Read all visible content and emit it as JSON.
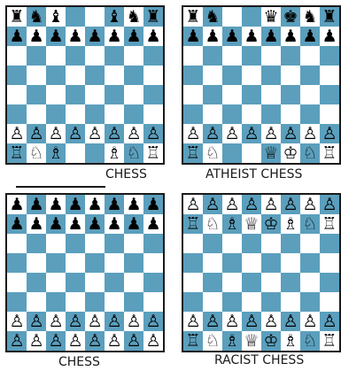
{
  "colors": {
    "light_square": "#ffffff",
    "dark_square": "#5b9fbd",
    "border": "#1a1a1a"
  },
  "panels": [
    {
      "caption": "CHESS",
      "has_blank": true,
      "board": [
        "♜♞♝  ♝♞♜",
        "♟♟♟♟♟♟♟♟",
        "        ",
        "        ",
        "        ",
        "        ",
        "♙♙♙♙♙♙♙♙",
        "♖♘♗  ♗♘♖"
      ]
    },
    {
      "caption": "ATHEIST CHESS",
      "has_blank": false,
      "board": [
        "♜♞  ♛♚♞♜",
        "♟♟♟♟♟♟♟♟",
        "        ",
        "        ",
        "        ",
        "        ",
        "♙♙♙♙♙♙♙♙",
        "♖♘  ♕♔♘♖"
      ]
    },
    {
      "caption": "CHESS",
      "has_blank": false,
      "board": [
        "♟♟♟♟♟♟♟♟",
        "♟♟♟♟♟♟♟♟",
        "        ",
        "        ",
        "        ",
        "        ",
        "♙♙♙♙♙♙♙♙",
        "♙♙♙♙♙♙♙♙"
      ]
    },
    {
      "caption": "RACIST CHESS",
      "has_blank": false,
      "board": [
        "♙♙♙♙♙♙♙♙",
        "♖♘♗♕♔♗♘♖",
        "        ",
        "        ",
        "        ",
        "        ",
        "♙♙♙♙♙♙♙♙",
        "♖♘♗♕♔♗♘♖"
      ]
    }
  ]
}
